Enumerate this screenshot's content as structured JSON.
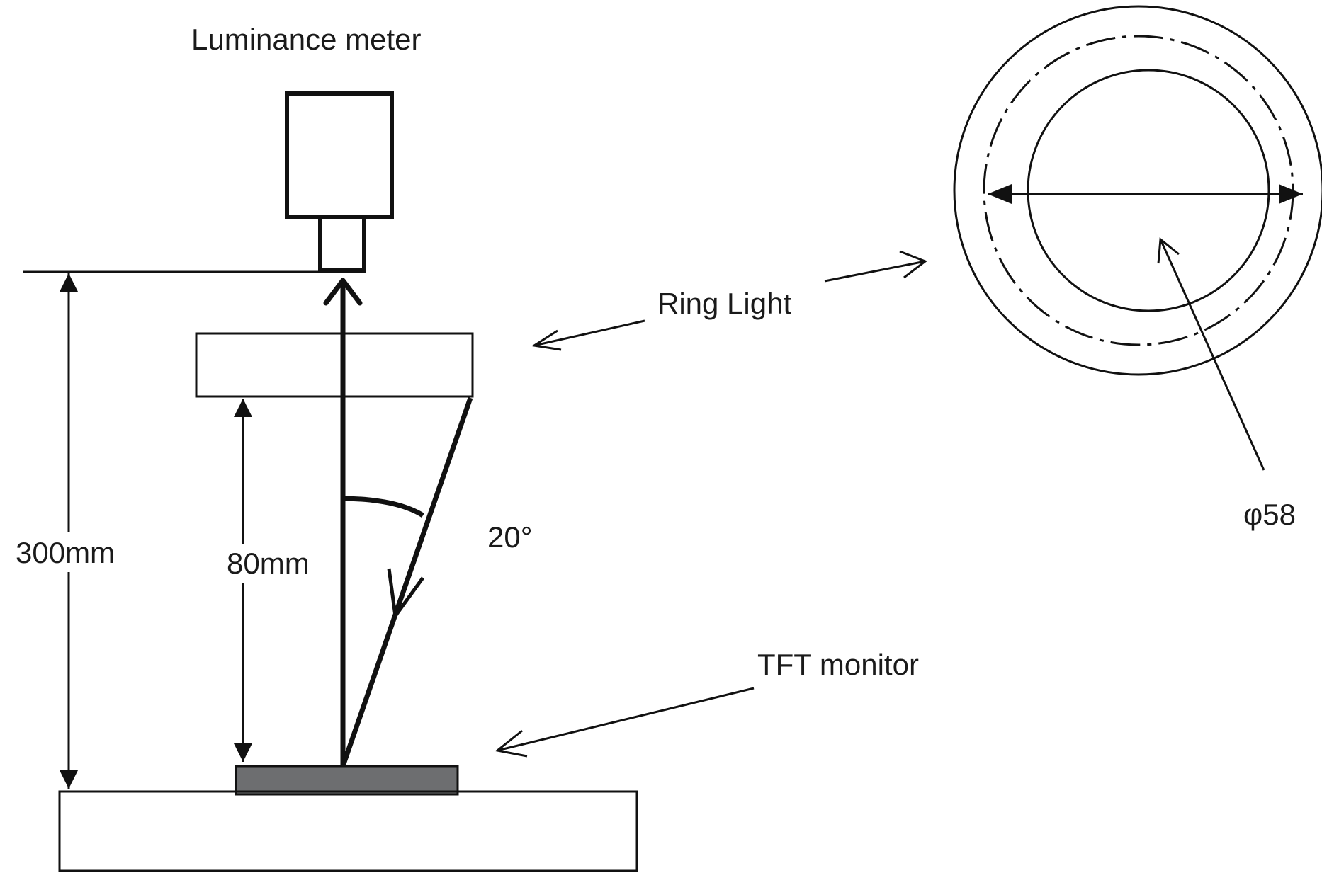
{
  "labels": {
    "luminance_meter": "Luminance meter",
    "ring_light": "Ring Light",
    "tft_monitor": "TFT monitor",
    "height_300": "300mm",
    "height_80": "80mm",
    "angle": "20°",
    "diameter": "φ58"
  },
  "colors": {
    "line": "#111111",
    "monitor_fill": "#6d6e70",
    "background": "#ffffff"
  }
}
